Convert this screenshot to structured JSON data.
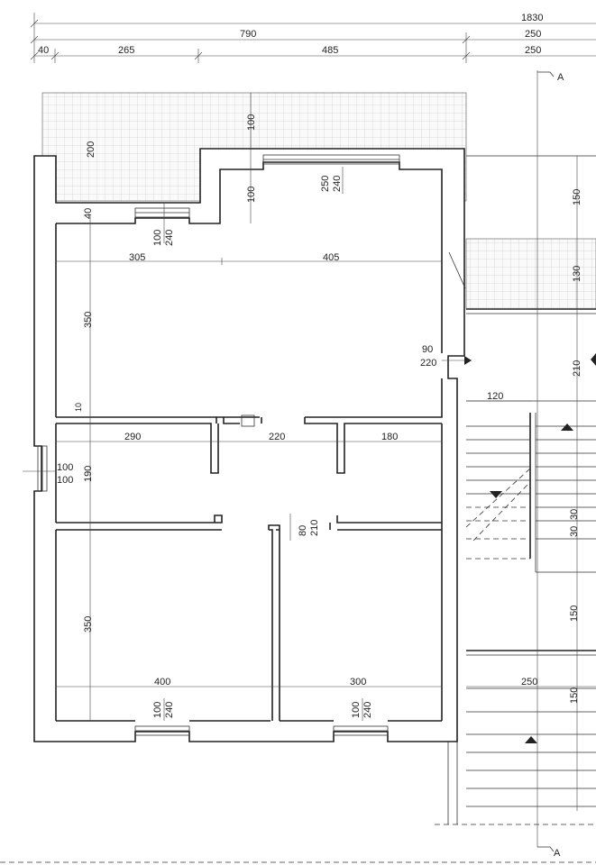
{
  "dimensions": {
    "overall_total": "1830",
    "top_row1_left": "790",
    "top_row1_right": "250",
    "top_row2_a": "40",
    "top_row2_b": "265",
    "top_row2_c": "485",
    "top_row2_right": "250",
    "terrace_depth_left": "200",
    "terrace_depth_mid": "100",
    "recess_depth": "100",
    "wall_top_left": "40",
    "window_top_left_a": "100",
    "window_top_left_b": "240",
    "window_top_mid_a": "250",
    "window_top_mid_b": "240",
    "room1_width_left": "305",
    "room1_width_right": "405",
    "room1_height": "350",
    "side_door_a": "90",
    "side_door_b": "220",
    "corridor_wall": "10",
    "corridor_left": "290",
    "corridor_mid": "220",
    "corridor_right": "180",
    "side_window_a": "100",
    "side_window_b": "100",
    "corridor_height": "190",
    "inner_door_a": "80",
    "inner_door_b": "210",
    "room3_height": "350",
    "room3_width": "400",
    "room4_width": "300",
    "window_bottom_left_a": "100",
    "window_bottom_left_b": "240",
    "window_bottom_right_a": "100",
    "window_bottom_right_b": "240",
    "right_dim_1": "150",
    "right_dim_2": "130",
    "right_dim_3": "210",
    "stair_width": "120",
    "right_dim_4a": "30",
    "right_dim_4b": "30",
    "right_dim_5": "150",
    "landing_width": "250",
    "right_dim_6": "150"
  },
  "section_marks": {
    "top": "A",
    "bottom": "A"
  }
}
